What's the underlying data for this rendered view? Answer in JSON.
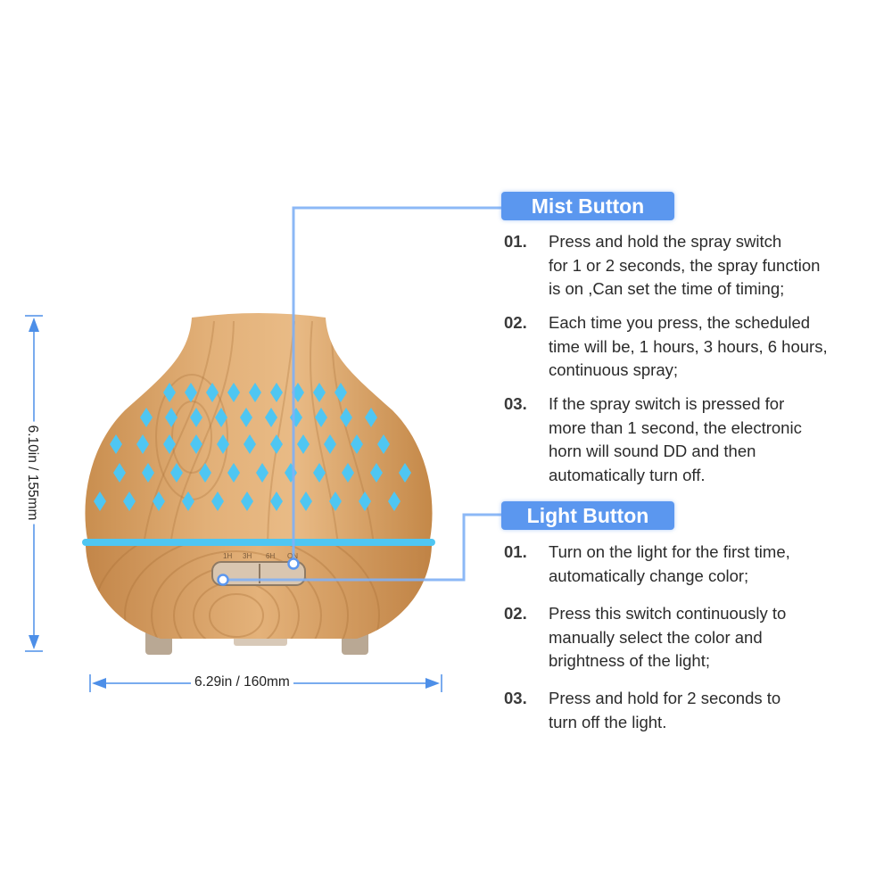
{
  "dimensions": {
    "height_label": "6.10in / 155mm",
    "width_label": "6.29in / 160mm"
  },
  "device": {
    "panel_marks": [
      "1H",
      "3H",
      "6H",
      "ON"
    ]
  },
  "mist": {
    "title": "Mist Button",
    "items": [
      {
        "num": "01.",
        "text": "Press and hold the spray switch\nfor 1 or 2 seconds, the spray function\nis on ,Can set the time of timing;"
      },
      {
        "num": "02.",
        "text": "Each time you press, the scheduled\ntime will be, 1 hours, 3 hours, 6 hours,\ncontinuous spray;"
      },
      {
        "num": "03.",
        "text": "If the spray switch is pressed for\nmore than 1 second, the electronic\nhorn will sound DD and then\nautomatically turn off."
      }
    ]
  },
  "light": {
    "title": "Light Button",
    "items": [
      {
        "num": "01.",
        "text": "Turn on the light for the first time,\nautomatically change color;"
      },
      {
        "num": "02.",
        "text": "Press this switch continuously to\nmanually select the color and\nbrightness of the light;"
      },
      {
        "num": "03.",
        "text": "Press and hold for 2 seconds to\nturn off the light."
      }
    ]
  },
  "colors": {
    "accent": "#5b97ef",
    "leader": "#7fb0f5",
    "dimension": "#4d8fe8",
    "wood": "#d9a468",
    "wood_dark": "#b57a3f",
    "glow": "#4fc6f2"
  }
}
